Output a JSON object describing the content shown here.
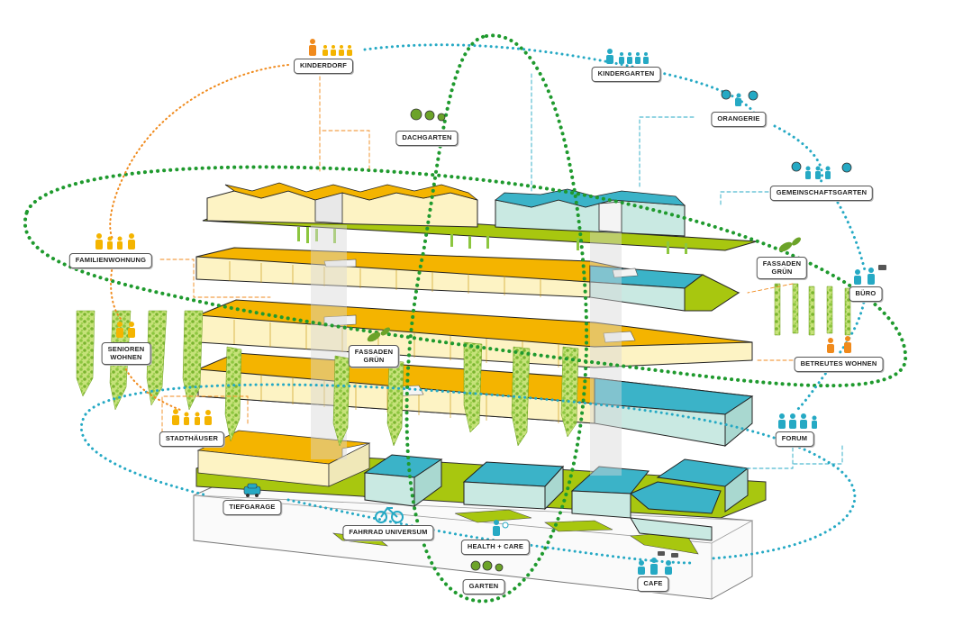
{
  "colors": {
    "residential": "#f4b400",
    "residential_light": "#fdf3c4",
    "community": "#3bb3c8",
    "community_light": "#c9e9e2",
    "green": "#a8c70f",
    "dotted_green": "#1f9a2e",
    "dotted_cyan": "#25a9c4",
    "dotted_orange": "#f08a1c",
    "facade_green": "#8cc63f"
  },
  "labels": {
    "kinderdorf": "KINDERDORF",
    "kindergarten": "KINDERGARTEN",
    "orangerie": "ORANGERIE",
    "dachgarten": "DACHGARTEN",
    "gemeinschaftsgarten": "GEMEINSCHAFTSGARTEN",
    "familienwohnung": "FAMILIENWOHNUNG",
    "fassaden_gruen_right": "FASSADEN\nGRÜN",
    "buero": "BÜRO",
    "senioren_wohnen": "SENIOREN\nWOHNEN",
    "fassaden_gruen_center": "FASSADEN\nGRÜN",
    "betreutes_wohnen": "BETREUTES WOHNEN",
    "stadthaeuser": "STADTHÄUSER",
    "forum": "FORUM",
    "tiefgarage": "TIEFGARAGE",
    "fahrrad_universum": "FAHRRAD UNIVERSUM",
    "health_care": "HEALTH + CARE",
    "garten": "GARTEN",
    "cafe": "CAFE"
  },
  "icons": [
    "people-icon-orange",
    "people-icon-blue",
    "tree-icon",
    "leaf-icon",
    "car-icon",
    "bicycle-icon",
    "medical-person-icon",
    "chat-bubble-icon"
  ]
}
